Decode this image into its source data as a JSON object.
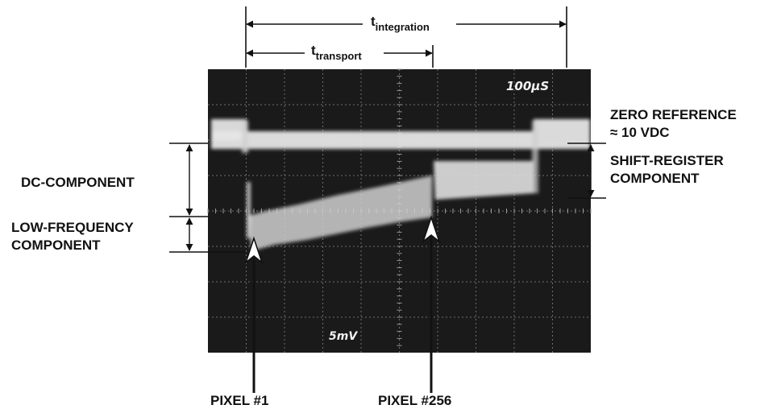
{
  "timing": {
    "integration": {
      "base": "t",
      "sub": "integration"
    },
    "transport": {
      "base": "t",
      "sub": "transport"
    }
  },
  "scope": {
    "timebase": "100µS",
    "voltage_scale": "5mV",
    "colors": {
      "screen": "#1a1a1a",
      "grid": "#8a8a8a",
      "trace": "#e8e8e8"
    }
  },
  "left_labels": {
    "dc_component": "DC-COMPONENT",
    "low_freq_line1": "LOW-FREQUENCY",
    "low_freq_line2": "COMPONENT"
  },
  "right_labels": {
    "zero_ref_line1": "ZERO REFERENCE",
    "zero_ref_line2": "≈ 10 VDC",
    "shift_line1": "SHIFT-REGISTER",
    "shift_line2": "COMPONENT"
  },
  "bottom_labels": {
    "pixel_first": "PIXEL #1",
    "pixel_last": "PIXEL #256"
  }
}
